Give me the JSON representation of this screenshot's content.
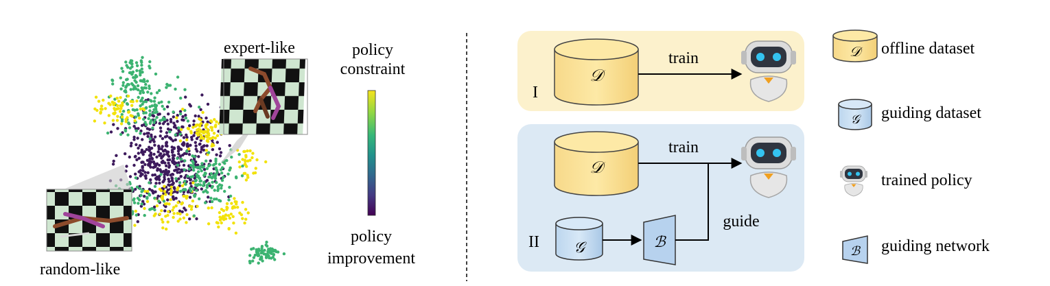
{
  "left_panel": {
    "thumb_expert_label": "expert-like",
    "thumb_random_label": "random-like",
    "colorbar_top_line1": "policy",
    "colorbar_top_line2": "constraint",
    "colorbar_bottom_line1": "policy",
    "colorbar_bottom_line2": "improvement",
    "colorbar_colors": [
      "#f5e31c",
      "#8fd744",
      "#35b779",
      "#21918c",
      "#31688e",
      "#443983",
      "#440154"
    ],
    "point_colors": {
      "green": "#3cb371",
      "yellow": "#f2e20a",
      "purple": "#3d1a5c"
    }
  },
  "panel_I": {
    "label": "I",
    "dataset_symbol": "𝒟",
    "edge_train": "train",
    "background": "#fcf1cc"
  },
  "panel_II": {
    "label": "II",
    "dataset_symbol": "𝒟",
    "guiding_symbol": "𝒢",
    "network_symbol": "ℬ",
    "edge_train": "train",
    "edge_guide": "guide",
    "background": "#dce9f4"
  },
  "legend": {
    "items": [
      {
        "symbol": "𝒟",
        "label": "offline dataset",
        "icon": "cylinder-yellow-icon"
      },
      {
        "symbol": "𝒢",
        "label": "guiding dataset",
        "icon": "cylinder-blue-icon"
      },
      {
        "symbol": "",
        "label": "trained policy",
        "icon": "robot-icon"
      },
      {
        "symbol": "ℬ",
        "label": "guiding network",
        "icon": "trapezoid-icon"
      }
    ]
  }
}
